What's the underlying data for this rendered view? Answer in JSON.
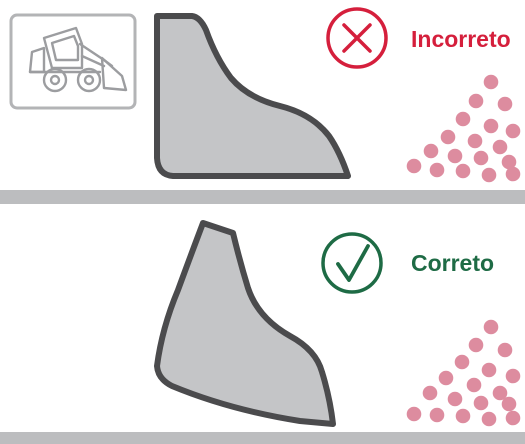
{
  "colors": {
    "background": "#ffffff",
    "ground": "#bcbdbf",
    "bucket_fill": "#c4c5c7",
    "bucket_stroke": "#4b4b4d",
    "incorrect": "#d51f3c",
    "correct": "#1e6b45",
    "material": "#dd8c9f",
    "icon_frame": "#b3b4b6",
    "icon_stroke": "#9c9da0"
  },
  "icons": {
    "machine": "skid-steer-loader-icon",
    "incorrect": "x-mark-icon",
    "correct": "check-mark-icon"
  },
  "panels": {
    "top": {
      "status": "incorrect",
      "label": "Incorreto"
    },
    "bottom": {
      "status": "correct",
      "label": "Correto"
    }
  }
}
